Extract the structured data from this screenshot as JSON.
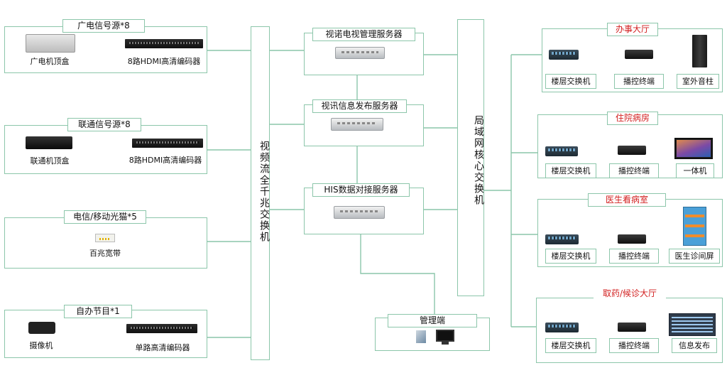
{
  "sources": {
    "broadcast": {
      "title": "广电信号源*8",
      "stb_label": "广电机顶盒",
      "encoder_label": "8路HDMI高清编码器"
    },
    "unicom": {
      "title": "联通信号源*8",
      "stb_label": "联通机顶盒",
      "encoder_label": "8路HDMI高清编码器"
    },
    "telecom": {
      "title": "电信/移动光猫*5",
      "modem_label": "百兆宽带"
    },
    "self": {
      "title": "自办节目*1",
      "camera_label": "摄像机",
      "encoder_label": "单路高清编码器"
    }
  },
  "video_switch": {
    "label": "视频流全千兆交换机"
  },
  "core_switch": {
    "label": "局域网核心交换机"
  },
  "servers": [
    {
      "title": "视诺电视管理服务器"
    },
    {
      "title": "视讯信息发布服务器"
    },
    {
      "title": "HIS数据对接服务器"
    }
  ],
  "management": {
    "title": "管理端"
  },
  "zones": [
    {
      "title": "办事大厅",
      "labels": [
        "楼层交换机",
        "播控终端",
        "室外音柱"
      ]
    },
    {
      "title": "住院病房",
      "labels": [
        "楼层交换机",
        "播控终端",
        "一体机"
      ]
    },
    {
      "title": "医生看病室",
      "labels": [
        "楼层交换机",
        "播控终端",
        "医生诊间屏"
      ]
    },
    {
      "title": "取药/候诊大厅",
      "labels": [
        "楼层交换机",
        "播控终端",
        "信息发布"
      ]
    }
  ],
  "colors": {
    "line": "#8cc6aa",
    "zone_title": "#d21f1f"
  }
}
